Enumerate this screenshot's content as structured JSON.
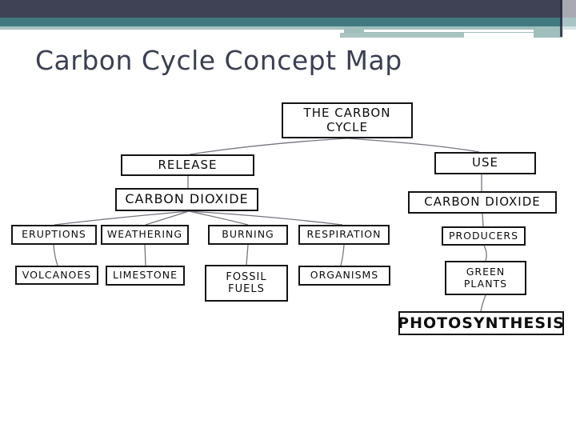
{
  "slide": {
    "title": "Carbon Cycle Concept Map"
  },
  "colors": {
    "band_dark": "#3e4254",
    "band_teal": "#407a80",
    "band_sage": "#a9c3c1",
    "accent_teal": "#9fbebc",
    "title_text": "#3b3f52",
    "connector": "#74767e",
    "box_border": "#141414",
    "box_text": "#0d0d0d",
    "slide_bg": "#ffffff"
  },
  "map": {
    "nodes": {
      "the_carbon_cycle": {
        "lines": [
          "THE CARBON",
          "CYCLE"
        ]
      },
      "release": {
        "lines": [
          "RELEASE"
        ]
      },
      "use": {
        "lines": [
          "USE"
        ]
      },
      "carbon_dioxide_left": {
        "lines": [
          "CARBON DIOXIDE"
        ]
      },
      "carbon_dioxide_right": {
        "lines": [
          "CARBON DIOXIDE"
        ]
      },
      "eruptions": {
        "lines": [
          "ERUPTIONS"
        ]
      },
      "weathering": {
        "lines": [
          "WEATHERING"
        ]
      },
      "burning": {
        "lines": [
          "BURNING"
        ]
      },
      "respiration": {
        "lines": [
          "RESPIRATION"
        ]
      },
      "producers": {
        "lines": [
          "PRODUCERS"
        ]
      },
      "volcanoes": {
        "lines": [
          "VOLCANOES"
        ]
      },
      "limestone": {
        "lines": [
          "LIMESTONE"
        ]
      },
      "fossil_fuels": {
        "lines": [
          "FOSSIL",
          "FUELS"
        ]
      },
      "organisms": {
        "lines": [
          "ORGANISMS"
        ]
      },
      "green_plants": {
        "lines": [
          "GREEN",
          "PLANTS"
        ]
      },
      "photosynthesis": {
        "lines": [
          "PHOTOSYNTHESIS"
        ]
      }
    },
    "edges": [
      [
        "the_carbon_cycle",
        "release"
      ],
      [
        "the_carbon_cycle",
        "use"
      ],
      [
        "release",
        "carbon_dioxide_left"
      ],
      [
        "carbon_dioxide_left",
        "eruptions"
      ],
      [
        "carbon_dioxide_left",
        "weathering"
      ],
      [
        "carbon_dioxide_left",
        "burning"
      ],
      [
        "carbon_dioxide_left",
        "respiration"
      ],
      [
        "eruptions",
        "volcanoes"
      ],
      [
        "weathering",
        "limestone"
      ],
      [
        "burning",
        "fossil_fuels"
      ],
      [
        "respiration",
        "organisms"
      ],
      [
        "use",
        "carbon_dioxide_right"
      ],
      [
        "carbon_dioxide_right",
        "producers"
      ],
      [
        "producers",
        "green_plants"
      ],
      [
        "green_plants",
        "photosynthesis"
      ]
    ]
  }
}
